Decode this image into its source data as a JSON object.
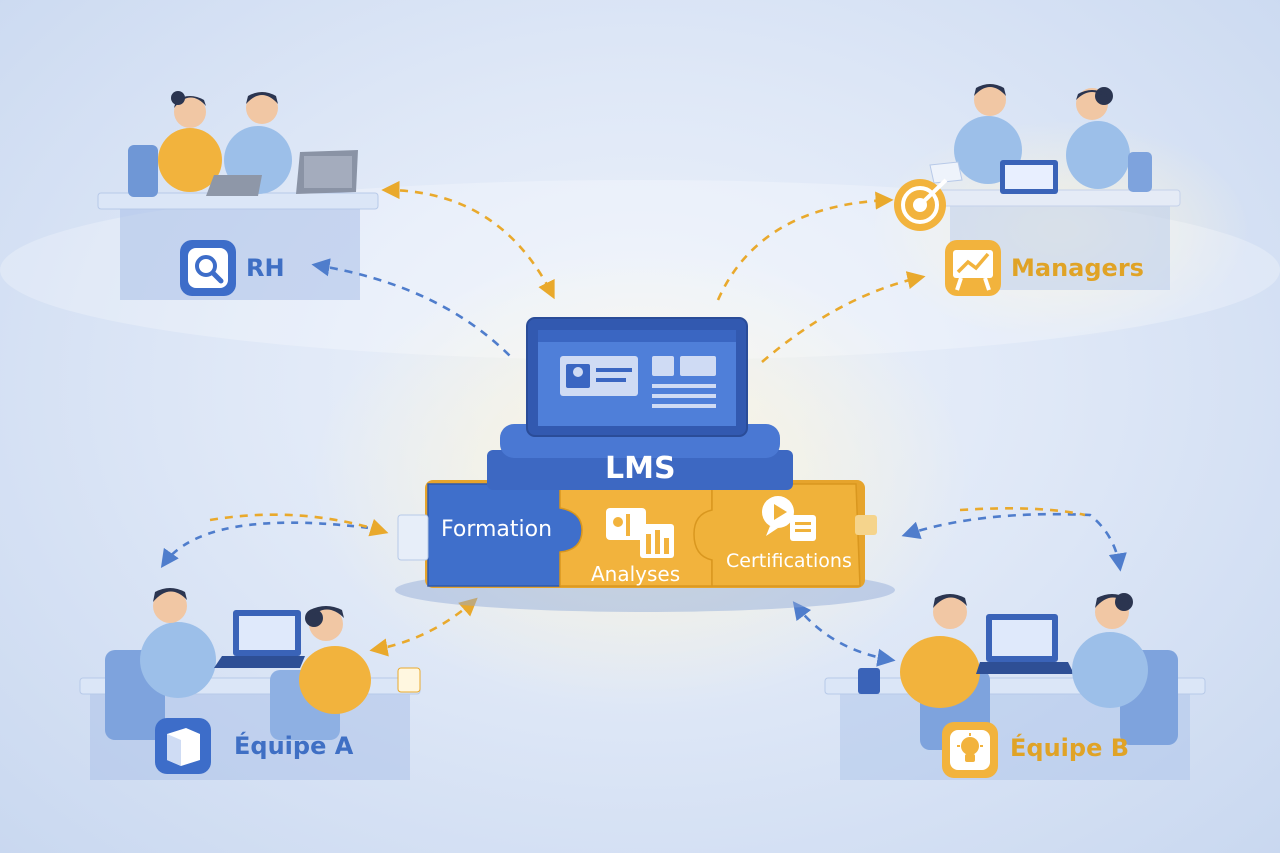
{
  "center": {
    "title": "LMS",
    "modules": [
      {
        "id": "formation",
        "label": "Formation",
        "color": "#3f6fcb"
      },
      {
        "id": "analyses",
        "label": "Analyses",
        "color": "#f2b33d"
      },
      {
        "id": "certifications",
        "label": "Certifications",
        "color": "#f0b23a"
      }
    ]
  },
  "nodes": [
    {
      "id": "rh",
      "label": "RH",
      "accent": "blue",
      "icon": "magnifier-icon"
    },
    {
      "id": "managers",
      "label": "Managers",
      "accent": "orange",
      "icon": "chart-board-icon"
    },
    {
      "id": "equipe-a",
      "label": "Équipe A",
      "accent": "blue",
      "icon": "cube-icon"
    },
    {
      "id": "equipe-b",
      "label": "Équipe B",
      "accent": "orange",
      "icon": "lightbulb-icon"
    }
  ],
  "colors": {
    "blue": "#3f6fc4",
    "orange": "#e9a92c",
    "background": "#dfe8f7"
  }
}
